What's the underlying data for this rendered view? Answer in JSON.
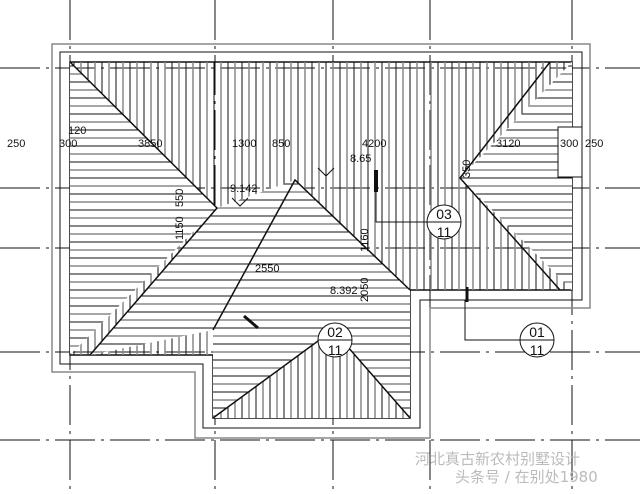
{
  "drawing": {
    "dimensions": {
      "left_250": "250",
      "left_300": "300",
      "left_120": "120",
      "d_3850": "3850",
      "d_1300": "1300",
      "d_850": "850",
      "d_4200": "4200",
      "d_3120": "3120",
      "right_300": "300",
      "right_250": "250",
      "d_550": "550",
      "d_1150": "1150",
      "d_2550": "2550",
      "d_1160": "1160",
      "d_2050": "2050",
      "d_350": "350"
    },
    "elevations": {
      "e1": "9.142",
      "e2": "8.65",
      "e3": "8.392"
    },
    "callouts": [
      {
        "top": "03",
        "bottom": "11"
      },
      {
        "top": "02",
        "bottom": "11"
      },
      {
        "top": "01",
        "bottom": "11"
      }
    ],
    "line_color": "#111111",
    "eave_color": "#888888"
  },
  "watermark": {
    "line1": "河北真古新农村别墅设计",
    "line2": "头条号 / 在别处1980"
  }
}
